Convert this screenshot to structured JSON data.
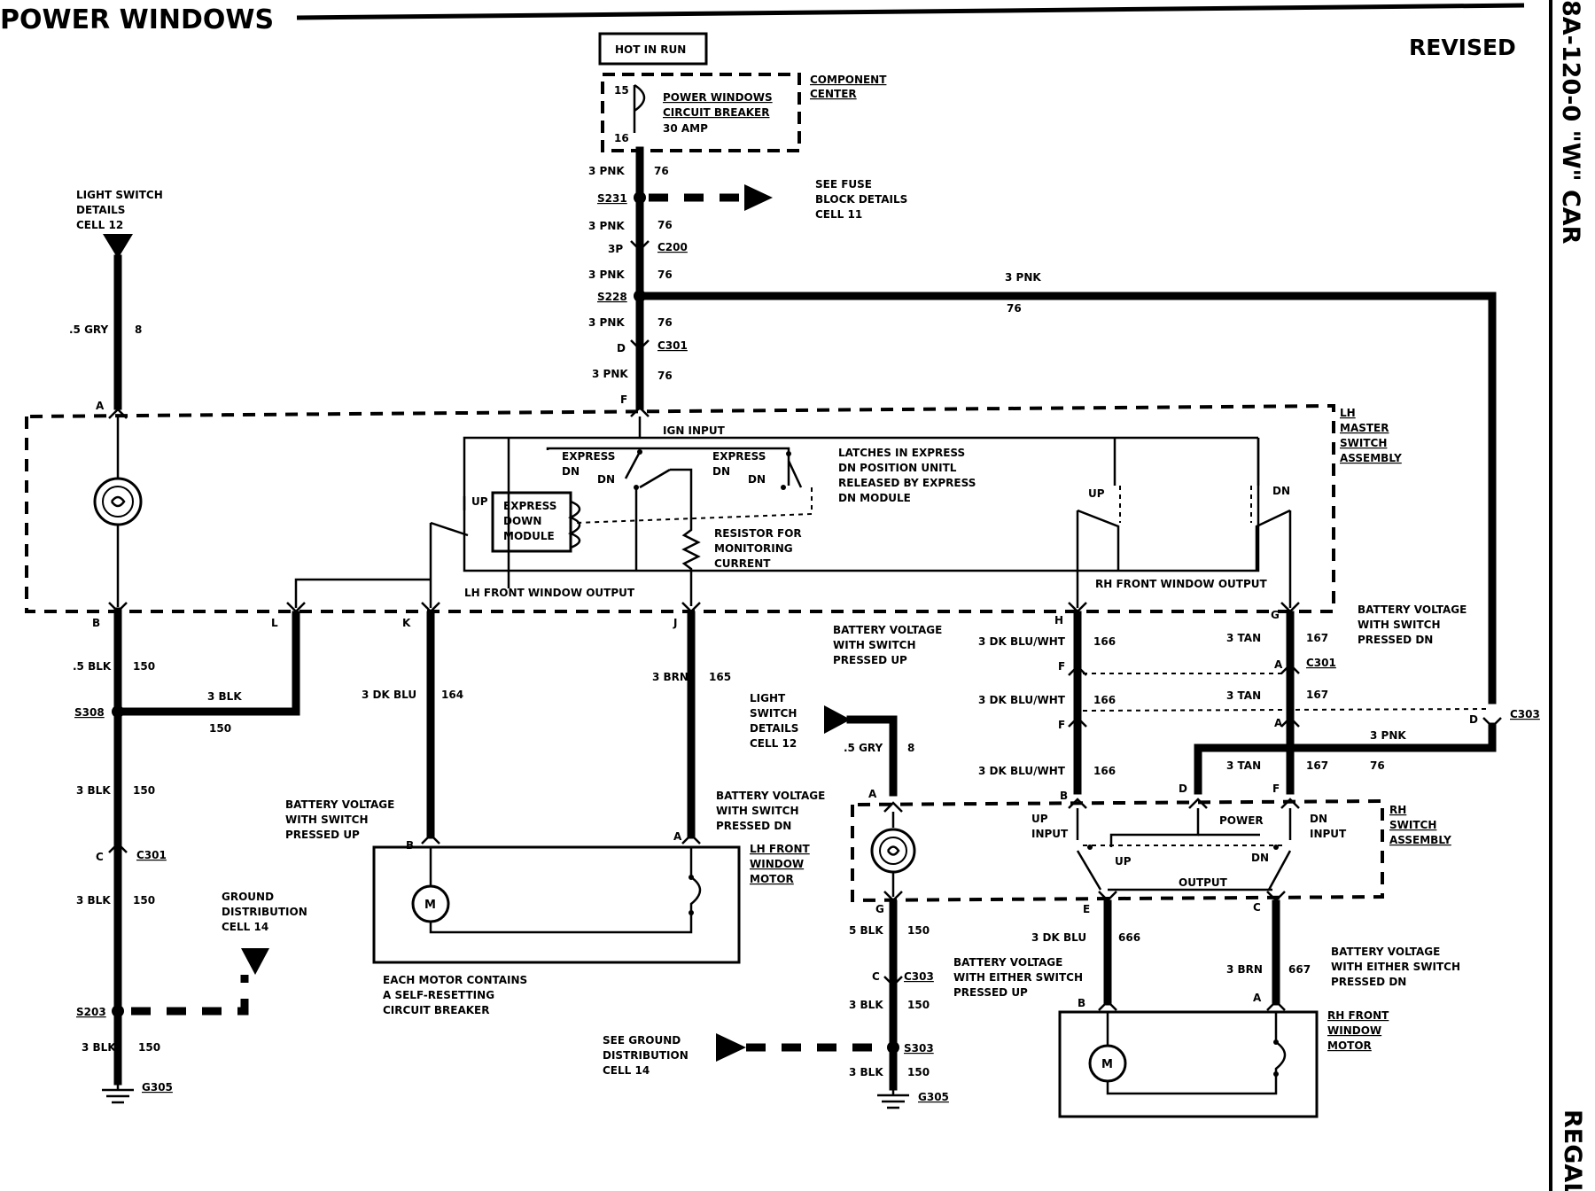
{
  "header": {
    "title": "POWER WINDOWS",
    "revised": "REVISED",
    "side_code": "8A-120-0 \"W\" CAR",
    "side_model": "REGAL"
  },
  "power": {
    "hot": "HOT IN RUN",
    "breaker_pin_top": "15",
    "breaker_pin_bot": "16",
    "breaker_l1": "POWER WINDOWS",
    "breaker_l2": "CIRCUIT BREAKER",
    "breaker_l3": "30 AMP",
    "component_l1": "COMPONENT",
    "component_l2": "CENTER",
    "wire_pnk": "3 PNK",
    "circuit_76": "76",
    "s231": "S231",
    "fuse_l1": "SEE FUSE",
    "fuse_l2": "BLOCK DETAILS",
    "fuse_l3": "CELL 11",
    "c200_pin": "3P",
    "c200": "C200",
    "s228": "S228",
    "c301_pin_d": "D",
    "c301": "C301",
    "pin_f": "F"
  },
  "light_switch": {
    "l1": "LIGHT SWITCH",
    "l2": "DETAILS",
    "l3": "CELL 12",
    "wire": ".5 GRY",
    "circuit": "8",
    "pin_a": "A"
  },
  "lh_master": {
    "l1": "LH",
    "l2": "MASTER",
    "l3": "SWITCH",
    "l4": "ASSEMBLY",
    "ign_input": "IGN INPUT",
    "express_dn_1a": "EXPRESS",
    "express_dn_1b": "DN",
    "dn": "DN",
    "express_dn_2a": "EXPRESS",
    "express_dn_2b": "DN",
    "latch_l1": "LATCHES IN EXPRESS",
    "latch_l2": "DN POSITION UNITL",
    "latch_l3": "RELEASED BY EXPRESS",
    "latch_l4": "DN MODULE",
    "up": "UP",
    "edm_l1": "EXPRESS",
    "edm_l2": "DOWN",
    "edm_l3": "MODULE",
    "resistor_l1": "RESISTOR FOR",
    "resistor_l2": "MONITORING",
    "resistor_l3": "CURRENT",
    "lh_output": "LH FRONT WINDOW OUTPUT",
    "rh_output": "RH FRONT WINDOW OUTPUT",
    "rh_up": "UP",
    "rh_dn": "DN",
    "pin_b": "B",
    "pin_l": "L",
    "pin_k": "K",
    "pin_j": "J",
    "pin_h": "H",
    "pin_g": "G"
  },
  "lh_side": {
    "wire_5blk": ".5 BLK",
    "circuit_150": "150",
    "s308": "S308",
    "wire_3blk": "3 BLK",
    "c301_pin": "C",
    "c301": "C301",
    "ground_l1": "GROUND",
    "ground_l2": "DISTRIBUTION",
    "ground_l3": "CELL 14",
    "s203": "S203",
    "g305": "G305",
    "wire_dkblu": "3 DK BLU",
    "circuit_164": "164",
    "wire_brn": "3 BRN",
    "circuit_165": "165",
    "batt_up_l1": "BATTERY VOLTAGE",
    "batt_up_l2": "WITH SWITCH",
    "batt_up_l3": "PRESSED UP",
    "batt_dn_l1": "BATTERY VOLTAGE",
    "batt_dn_l2": "WITH SWITCH",
    "batt_dn_l3": "PRESSED DN",
    "motor_pin_b": "B",
    "motor_pin_a": "A",
    "motor_l1": "LH FRONT",
    "motor_l2": "WINDOW",
    "motor_l3": "MOTOR",
    "motor_symbol": "M",
    "note_l1": "EACH MOTOR CONTAINS",
    "note_l2": "A SELF-RESETTING",
    "note_l3": "CIRCUIT BREAKER"
  },
  "rh_side": {
    "batt_up_l1": "BATTERY VOLTAGE",
    "batt_up_l2": "WITH SWITCH",
    "batt_up_l3": "PRESSED UP",
    "batt_dn_l1": "BATTERY VOLTAGE",
    "batt_dn_l2": "WITH SWITCH",
    "batt_dn_l3": "PRESSED DN",
    "wire_dkbluwht": "3 DK BLU/WHT",
    "circuit_166": "166",
    "wire_tan": "3 TAN",
    "circuit_167": "167",
    "pin_f": "F",
    "pin_a": "A",
    "c301": "C301",
    "pin_d": "D",
    "c303": "C303",
    "wire_pnk": "3 PNK",
    "circuit_76": "76",
    "pnk_top": "3 PNK",
    "pnk_top_circ": "76",
    "light_l1": "LIGHT",
    "light_l2": "SWITCH",
    "light_l3": "DETAILS",
    "light_l4": "CELL 12",
    "light_wire": ".5 GRY",
    "light_circ": "8",
    "pin_b": "B",
    "pin_d2": "D",
    "pin_f2": "F",
    "pin_a2": "A",
    "sw_l1": "RH",
    "sw_l2": "SWITCH",
    "sw_l3": "ASSEMBLY",
    "up_input_l1": "UP",
    "up_input_l2": "INPUT",
    "power": "POWER",
    "dn_input_l1": "DN",
    "dn_input_l2": "INPUT",
    "sw_up": "UP",
    "sw_dn": "DN",
    "output": "OUTPUT",
    "pin_g": "G",
    "pin_e": "E",
    "pin_c": "C",
    "wire_5blk": "5 BLK",
    "circuit_150": "150",
    "c303_pin_c": "C",
    "wire_3blk": "3 BLK",
    "s303": "S303",
    "g305": "G305",
    "gnd_l1": "SEE GROUND",
    "gnd_l2": "DISTRIBUTION",
    "gnd_l3": "CELL 14",
    "wire_dkblu": "3 DK BLU",
    "circuit_666": "666",
    "wire_brn": "3 BRN",
    "circuit_667": "667",
    "either_up_l1": "BATTERY VOLTAGE",
    "either_up_l2": "WITH EITHER SWITCH",
    "either_up_l3": "PRESSED UP",
    "either_dn_l1": "BATTERY VOLTAGE",
    "either_dn_l2": "WITH EITHER SWITCH",
    "either_dn_l3": "PRESSED DN",
    "motor_pin_b": "B",
    "motor_pin_a": "A",
    "motor_l1": "RH FRONT",
    "motor_l2": "WINDOW",
    "motor_l3": "MOTOR",
    "motor_symbol": "M"
  }
}
